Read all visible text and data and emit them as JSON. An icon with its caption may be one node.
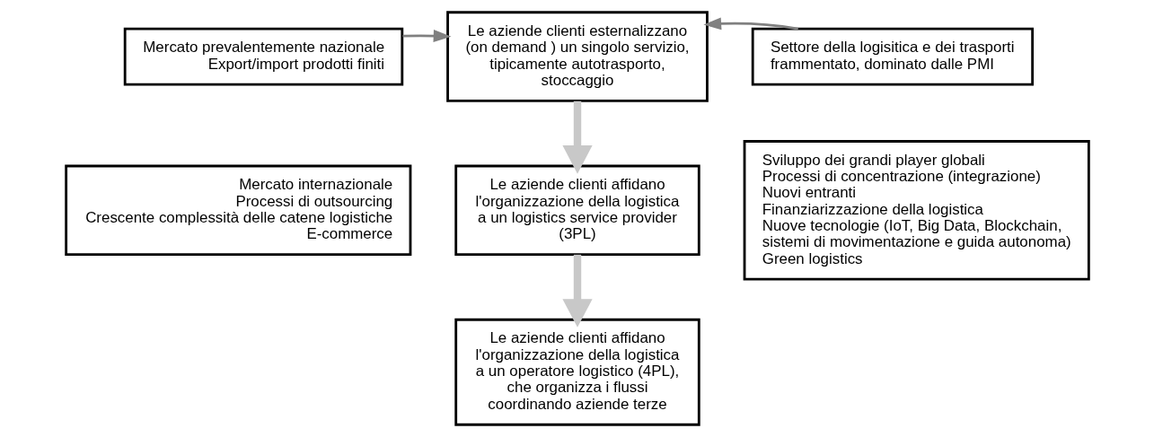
{
  "diagram": {
    "nodes": [
      {
        "text": [
          "Mercato prevalentemente nazionale",
          "Export/import prodotti finiti"
        ]
      },
      {
        "text": [
          "Le aziende clienti esternalizzano (on demand ) un singolo servizio, tipicamente autotrasporto, stoccaggio"
        ]
      },
      {
        "text": [
          "Settore della logisitica e dei trasporti frammentato, dominato dalle PMI"
        ]
      },
      {
        "text": [
          "Le aziende clienti affidano l'organizzazione della logistica a un logistics service provider (3PL)"
        ]
      },
      {
        "text": [
          "Le aziende clienti affidano l'organizzazione della logistica a un operatore logistico (4PL), che organizza i flussi coordinando aziende terze"
        ]
      },
      {
        "text": [
          "Mercato internazionale",
          "Processi di outsourcing",
          "Crescente complessità delle catene logistiche",
          "E-commerce"
        ]
      },
      {
        "text": [
          "Sviluppo dei grandi player globali",
          "Processi di concentrazione (integrazione)",
          "Nuovi entranti",
          "Finanziarizzazione della logistica",
          "Nuove tecnologie (IoT, Big Data, Blockchain, sistemi di movimentazione e guida autonoma)",
          "Green logistics"
        ]
      }
    ],
    "edges": [
      {
        "from": 0,
        "to": 1,
        "arrow": "to"
      },
      {
        "from": 2,
        "to": 1,
        "arrow": "to"
      },
      {
        "from": 1,
        "to": 3,
        "arrow": "to",
        "style": "thick"
      },
      {
        "from": 3,
        "to": 4,
        "arrow": "to",
        "style": "thick"
      }
    ]
  }
}
